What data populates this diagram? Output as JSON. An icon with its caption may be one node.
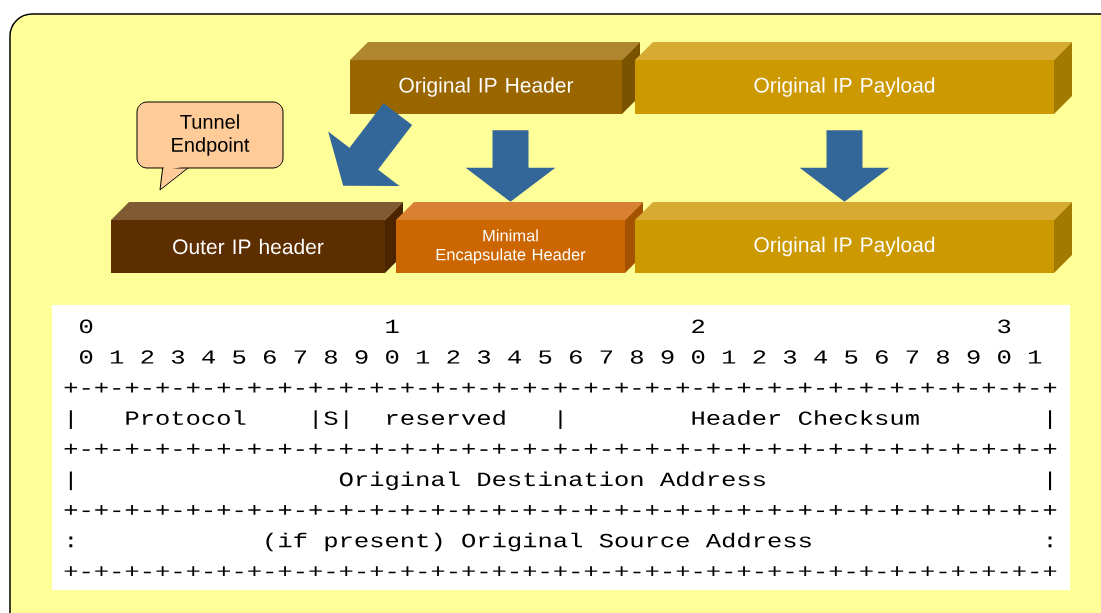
{
  "diagram": {
    "nodes": [
      {
        "text": [
          "Original IP Header"
        ]
      },
      {
        "text": [
          "Original IP Payload"
        ]
      },
      {
        "text": [
          "Tunnel Endpoint"
        ]
      },
      {
        "text": [
          "Outer IP header"
        ]
      },
      {
        "text": [
          "Minimal Encapsulate Header"
        ]
      },
      {
        "text": [
          "Original IP Payload"
        ]
      }
    ],
    "edges": [
      {
        "from": 0,
        "to": 3,
        "arrow": "to"
      },
      {
        "from": 0,
        "to": 4,
        "arrow": "to"
      },
      {
        "from": 1,
        "to": 5,
        "arrow": "to"
      }
    ],
    "labels": [
      "0",
      "1",
      "2",
      "3",
      "0 1 2 3 4 5 6 7 8 9 0 1 2 3 4 5 6 7 8 9 0 1 2 3 4 5 6 7 8 9 0 1",
      "+-+-+-+-+-+-+-+-+-+-+-+-+-+-+-+-+-+-+-+-+-+-+-+-+-+-+-+-+-+-+-+-+",
      "|",
      "Protocol",
      "|S|",
      "reserved",
      "|",
      "Header Checksum",
      "|",
      "+-+-+-+-+-+-+-+-+-+-+-+-+-+-+-+-+-+-+-+-+-+-+-+-+-+-+-+-+-+-+-+-+",
      "|",
      "Original Destination Address",
      "|",
      "+-+-+-+-+-+-+-+-+-+-+-+-+-+-+-+-+-+-+-+-+-+-+-+-+-+-+-+-+-+-+-+-+",
      ":",
      "(if present) Original Source Address",
      ":",
      "+-+-+-+-+-+-+-+-+-+-+-+-+-+-+-+-+-+-+-+-+-+-+-+-+-+-+-+-+-+-+-+-+"
    ]
  }
}
